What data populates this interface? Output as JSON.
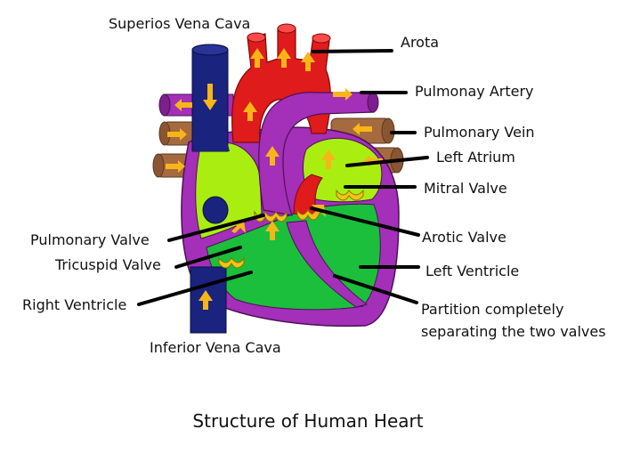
{
  "labels": {
    "superior_vena_cava": "Superios Vena Cava",
    "aorta": "Arota",
    "pulmonary_artery": "Pulmonay Artery",
    "pulmonary_vein": "Pulmonary Vein",
    "left_atrium": "Left Atrium",
    "mitral_valve": "Mitral Valve",
    "aortic_valve": "Arotic Valve",
    "left_ventricle": "Left Ventricle",
    "partition_line1": "Partition completely",
    "partition_line2": "separating the two valves",
    "pulmonary_valve": "Pulmonary Valve",
    "tricuspid_valve": "Tricuspid Valve",
    "right_ventricle": "Right Ventricle",
    "inferior_vena_cava": "Inferior Vena Cava"
  },
  "caption": "Structure of Human Heart",
  "colors": {
    "vena_cava": "#1a237e",
    "aorta": "#e01b1b",
    "pulmonary": "#a42fb8",
    "vein": "#a66a3f",
    "atrium": "#aaee11",
    "ventricle": "#1bbf3c",
    "valve": "#f0c419",
    "arrow": "#f7b618"
  }
}
